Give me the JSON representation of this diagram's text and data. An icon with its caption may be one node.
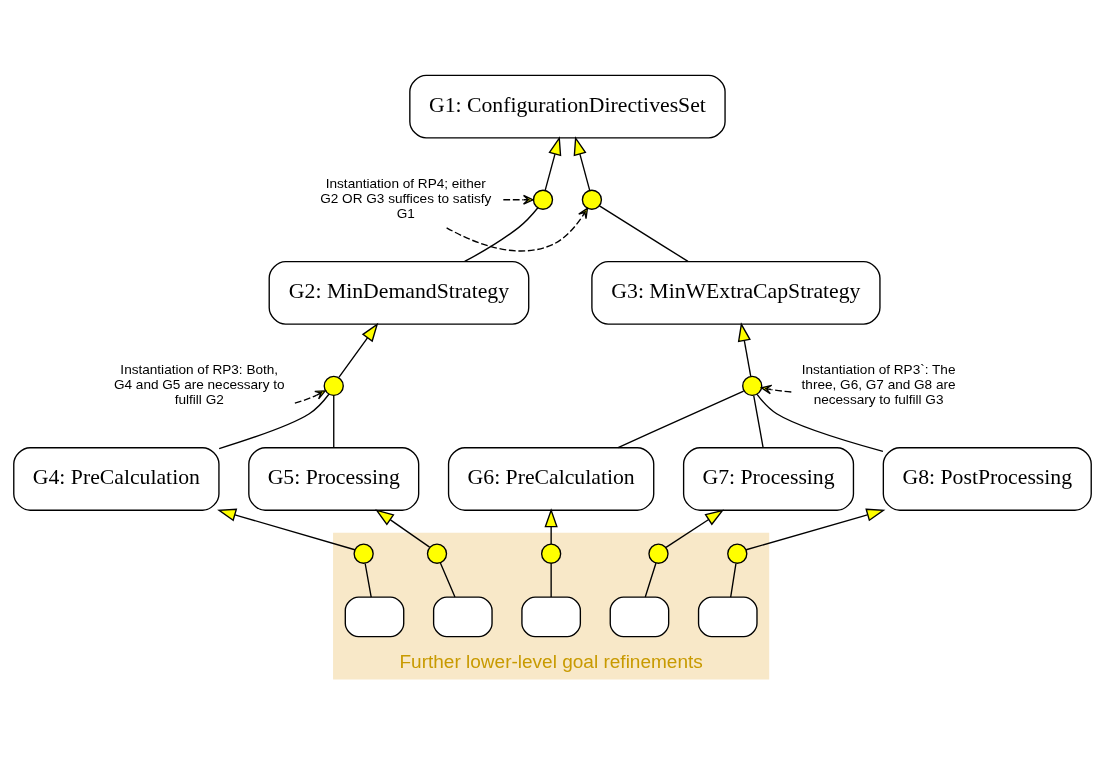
{
  "diagram": {
    "nodes": [
      {
        "text": [
          "G1: ConfigurationDirectivesSet"
        ]
      },
      {
        "text": [],
        "shape": "circle"
      },
      {
        "text": [],
        "shape": "circle"
      },
      {
        "text": [
          "Instantiation of RP4; either G2 OR G3 suffices to satisfy G1"
        ]
      },
      {
        "text": [
          "G2: MinDemandStrategy"
        ]
      },
      {
        "text": [
          "G3: MinWExtraCapStrategy"
        ]
      },
      {
        "text": [],
        "shape": "circle"
      },
      {
        "text": [],
        "shape": "circle"
      },
      {
        "text": [
          "Instantiation of RP3: Both, G4 and G5 are necessary to fulfill G2"
        ]
      },
      {
        "text": [
          "Instantiation of RP3`: The three, G6, G7 and G8 are necessary to fulfill G3"
        ]
      },
      {
        "text": [
          "G4: PreCalculation"
        ]
      },
      {
        "text": [
          "G5: Processing"
        ]
      },
      {
        "text": [
          "G6: PreCalculation"
        ]
      },
      {
        "text": [
          "G7: Processing"
        ]
      },
      {
        "text": [
          "G8: PostProcessing"
        ]
      },
      {
        "text": [
          "Further lower-level goal refinements"
        ]
      },
      {
        "text": [],
        "shape": "circle",
        "in": 15
      },
      {
        "text": [],
        "shape": "circle",
        "in": 15
      },
      {
        "text": [],
        "shape": "circle",
        "in": 15
      },
      {
        "text": [],
        "shape": "circle",
        "in": 15
      },
      {
        "text": [],
        "shape": "circle",
        "in": 15
      },
      {
        "text": [],
        "shape": "box",
        "in": 15
      },
      {
        "text": [],
        "shape": "box",
        "in": 15
      },
      {
        "text": [],
        "shape": "box",
        "in": 15
      },
      {
        "text": [],
        "shape": "box",
        "in": 15
      },
      {
        "text": [],
        "shape": "box",
        "in": 15
      }
    ],
    "edges": [
      {
        "from": 1,
        "to": 0,
        "arrow": "to"
      },
      {
        "from": 2,
        "to": 0,
        "arrow": "to"
      },
      {
        "from": 3,
        "to": 1,
        "arrow": "to",
        "style": "dashed"
      },
      {
        "from": 3,
        "to": 2,
        "arrow": "to",
        "style": "dashed"
      },
      {
        "from": 4,
        "to": 1,
        "arrow": "none"
      },
      {
        "from": 5,
        "to": 2,
        "arrow": "none"
      },
      {
        "from": 6,
        "to": 4,
        "arrow": "to"
      },
      {
        "from": 7,
        "to": 5,
        "arrow": "to"
      },
      {
        "from": 8,
        "to": 6,
        "arrow": "to",
        "style": "dashed"
      },
      {
        "from": 9,
        "to": 7,
        "arrow": "to",
        "style": "dashed"
      },
      {
        "from": 10,
        "to": 6,
        "arrow": "none"
      },
      {
        "from": 11,
        "to": 6,
        "arrow": "none"
      },
      {
        "from": 12,
        "to": 7,
        "arrow": "none"
      },
      {
        "from": 13,
        "to": 7,
        "arrow": "none"
      },
      {
        "from": 14,
        "to": 7,
        "arrow": "none"
      },
      {
        "from": 16,
        "to": 10,
        "arrow": "to"
      },
      {
        "from": 17,
        "to": 11,
        "arrow": "to"
      },
      {
        "from": 18,
        "to": 12,
        "arrow": "to"
      },
      {
        "from": 19,
        "to": 13,
        "arrow": "to"
      },
      {
        "from": 20,
        "to": 14,
        "arrow": "to"
      },
      {
        "from": 21,
        "to": 16,
        "arrow": "none"
      },
      {
        "from": 22,
        "to": 17,
        "arrow": "none"
      },
      {
        "from": 23,
        "to": 18,
        "arrow": "none"
      },
      {
        "from": 24,
        "to": 19,
        "arrow": "none"
      },
      {
        "from": 25,
        "to": 20,
        "arrow": "none"
      }
    ]
  }
}
